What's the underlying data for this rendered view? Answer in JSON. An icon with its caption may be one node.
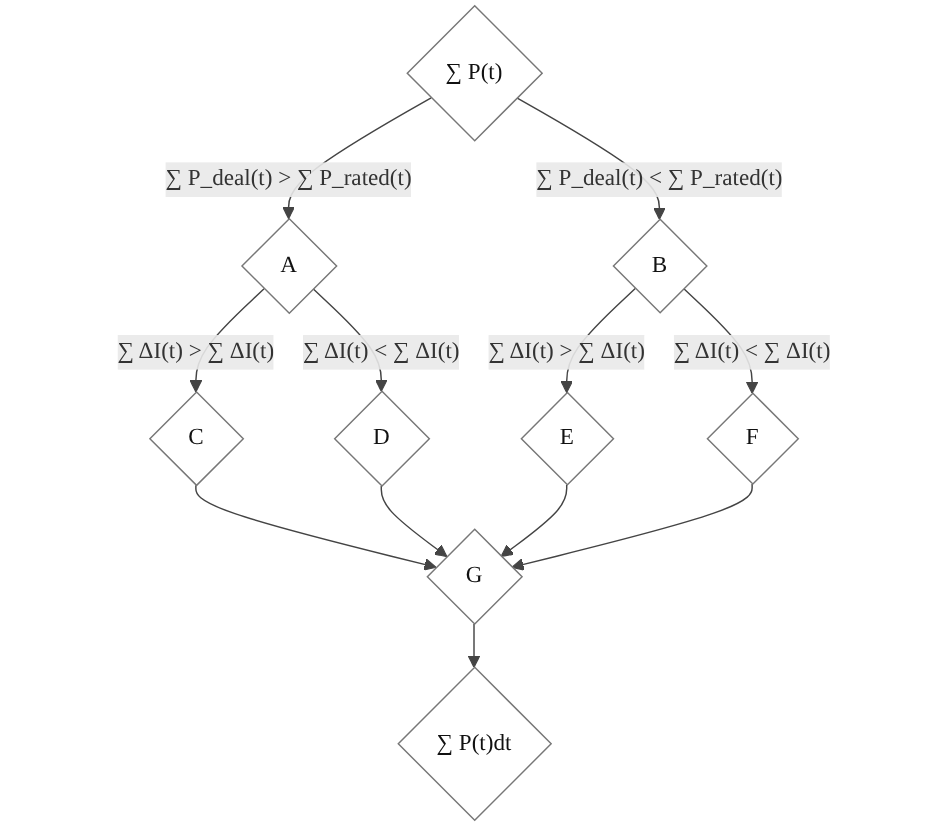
{
  "diagram": {
    "nodes": [
      {
        "text": [
          "∑ P(t)"
        ]
      },
      {
        "text": [
          "A"
        ]
      },
      {
        "text": [
          "B"
        ]
      },
      {
        "text": [
          "C"
        ]
      },
      {
        "text": [
          "D"
        ]
      },
      {
        "text": [
          "E"
        ]
      },
      {
        "text": [
          "F"
        ]
      },
      {
        "text": [
          "G"
        ]
      },
      {
        "text": [
          "∑ P(t)dt"
        ]
      }
    ],
    "edges": [
      {
        "from": 0,
        "to": 1,
        "arrow": "to",
        "label": "∑ P_deal(t) > ∑ P_rated(t)"
      },
      {
        "from": 0,
        "to": 2,
        "arrow": "to",
        "label": "∑ P_deal(t) < ∑ P_rated(t)"
      },
      {
        "from": 1,
        "to": 3,
        "arrow": "to",
        "label": "∑ ΔI(t) > ∑ ΔI(t)"
      },
      {
        "from": 1,
        "to": 4,
        "arrow": "to",
        "label": "∑ ΔI(t) < ∑ ΔI(t)"
      },
      {
        "from": 2,
        "to": 5,
        "arrow": "to",
        "label": "∑ ΔI(t) > ∑ ΔI(t)"
      },
      {
        "from": 2,
        "to": 6,
        "arrow": "to",
        "label": "∑ ΔI(t) < ∑ ΔI(t)"
      },
      {
        "from": 3,
        "to": 7,
        "arrow": "to"
      },
      {
        "from": 4,
        "to": 7,
        "arrow": "to"
      },
      {
        "from": 5,
        "to": 7,
        "arrow": "to"
      },
      {
        "from": 6,
        "to": 7,
        "arrow": "to"
      },
      {
        "from": 7,
        "to": 8,
        "arrow": "to"
      }
    ]
  }
}
